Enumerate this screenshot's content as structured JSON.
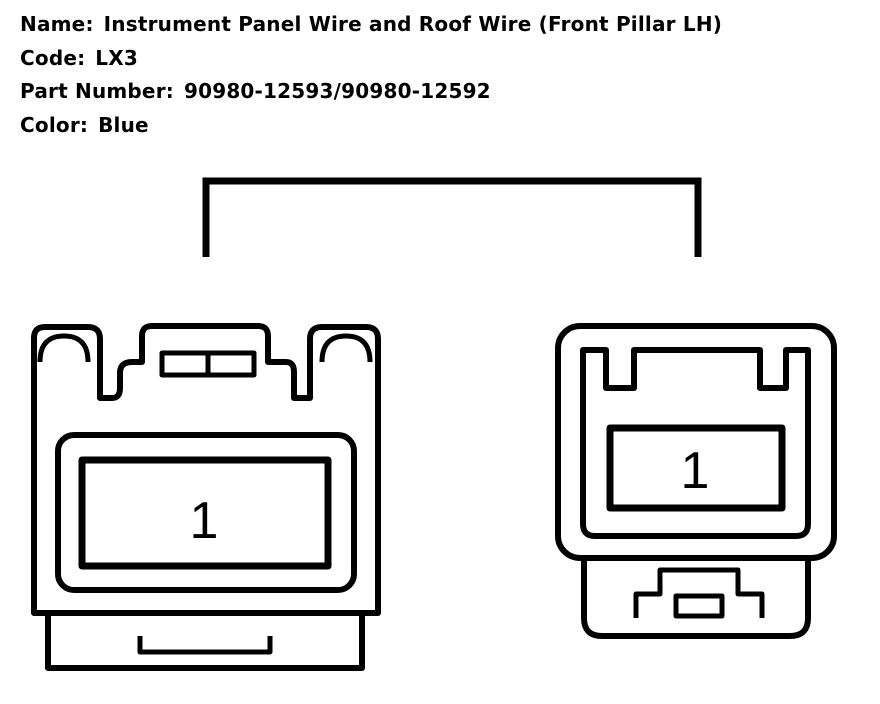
{
  "info": {
    "name_label": "Name:",
    "name_value": "Instrument Panel Wire and Roof Wire (Front Pillar LH)",
    "code_label": "Code:",
    "code_value": "LX3",
    "part_label": "Part Number:",
    "part_value": "90980-12593/90980-12592",
    "color_label": "Color:",
    "color_value": "Blue"
  },
  "connectors": {
    "left_pin": "1",
    "right_pin": "1"
  }
}
